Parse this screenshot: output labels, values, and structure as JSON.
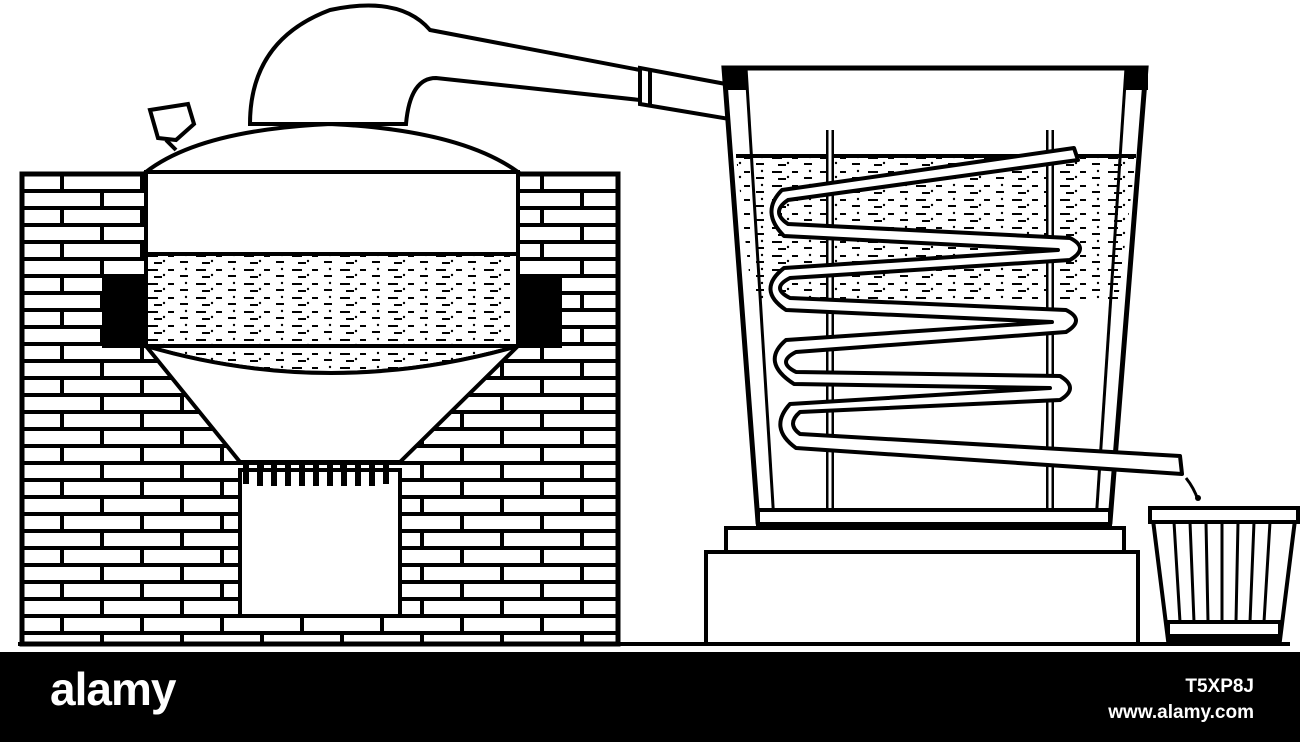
{
  "footer": {
    "logo_text": "alamy",
    "image_id": "T5XP8J",
    "site_url": "www.alamy.com"
  },
  "colors": {
    "ink": "#000000",
    "paper": "#ffffff"
  },
  "icons": [
    "alamy-logo-icon"
  ]
}
